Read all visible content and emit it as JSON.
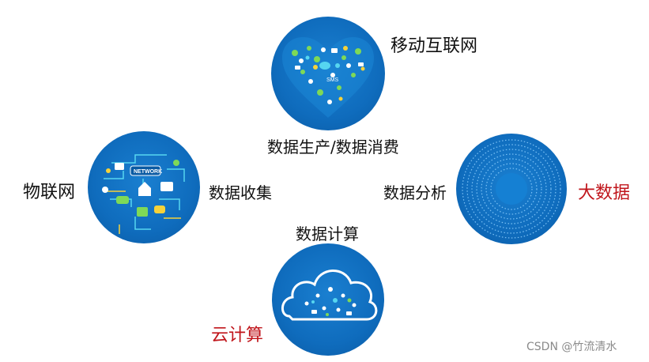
{
  "nodes": {
    "mobile_internet": "移动互联网",
    "iot": "物联网",
    "big_data": "大数据",
    "cloud_computing": "云计算"
  },
  "processes": {
    "production_consumption": "数据生产/数据消费",
    "collection": "数据收集",
    "analysis": "数据分析",
    "computation": "数据计算"
  },
  "badges": {
    "network": "NETWORK",
    "sms": "SMS"
  },
  "watermark": "CSDN @竹流清水",
  "colors": {
    "circle_blue": "#0f6cbd",
    "highlight_red": "#c0151b",
    "icon_green": "#7ed957",
    "icon_yellow": "#f6d23a",
    "icon_cyan": "#56d6f0"
  }
}
